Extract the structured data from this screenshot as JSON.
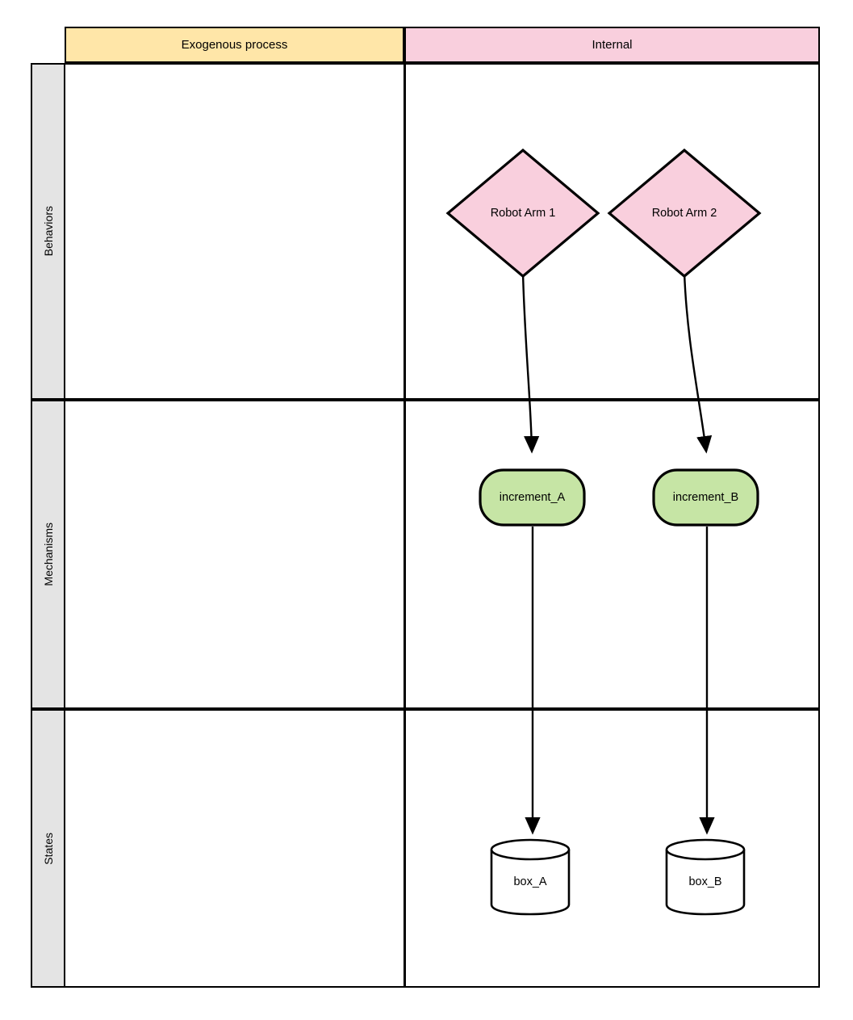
{
  "diagram": {
    "title": "Behaviors / Mechanisms / States swimlane diagram",
    "columns": [
      {
        "id": "exogenous",
        "label": "Exogenous process",
        "color": "#ffe6a8"
      },
      {
        "id": "internal",
        "label": "Internal",
        "color": "#f9cfdd"
      }
    ],
    "rows": [
      {
        "id": "behaviors",
        "label": "Behaviors",
        "color": "#e4e4e4"
      },
      {
        "id": "mechanisms",
        "label": "Mechanisms",
        "color": "#e4e4e4"
      },
      {
        "id": "states",
        "label": "States",
        "color": "#e4e4e4"
      }
    ],
    "nodes": [
      {
        "id": "robot-arm-1",
        "label": "Robot Arm 1",
        "shape": "diamond",
        "row": "behaviors",
        "column": "internal",
        "fill": "#f9cfdd",
        "stroke": "#000000"
      },
      {
        "id": "robot-arm-2",
        "label": "Robot Arm 2",
        "shape": "diamond",
        "row": "behaviors",
        "column": "internal",
        "fill": "#f9cfdd",
        "stroke": "#000000"
      },
      {
        "id": "increment-a",
        "label": "increment_A",
        "shape": "rounded-rectangle",
        "row": "mechanisms",
        "column": "internal",
        "fill": "#c6e5a5",
        "stroke": "#000000"
      },
      {
        "id": "increment-b",
        "label": "increment_B",
        "shape": "rounded-rectangle",
        "row": "mechanisms",
        "column": "internal",
        "fill": "#c6e5a5",
        "stroke": "#000000"
      },
      {
        "id": "box-a",
        "label": "box_A",
        "shape": "cylinder",
        "row": "states",
        "column": "internal",
        "fill": "#ffffff",
        "stroke": "#000000"
      },
      {
        "id": "box-b",
        "label": "box_B",
        "shape": "cylinder",
        "row": "states",
        "column": "internal",
        "fill": "#ffffff",
        "stroke": "#000000"
      }
    ],
    "edges": [
      {
        "id": "e1",
        "from": "robot-arm-1",
        "to": "increment-a",
        "style": "curved",
        "arrowhead": "filled-triangle"
      },
      {
        "id": "e2",
        "from": "robot-arm-2",
        "to": "increment-b",
        "style": "curved",
        "arrowhead": "filled-triangle"
      },
      {
        "id": "e3",
        "from": "increment-a",
        "to": "box-a",
        "style": "straight",
        "arrowhead": "filled-triangle"
      },
      {
        "id": "e4",
        "from": "increment-b",
        "to": "box-b",
        "style": "straight",
        "arrowhead": "filled-triangle"
      }
    ]
  }
}
